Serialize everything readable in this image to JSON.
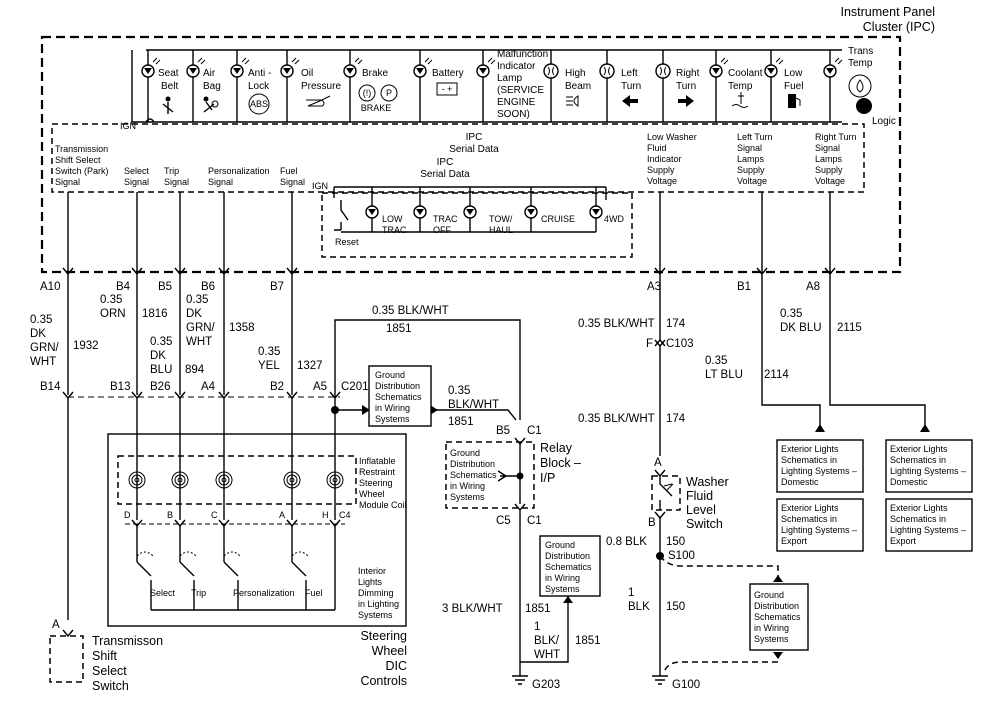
{
  "ipc": {
    "title_l1": "Instrument Panel",
    "title_l2": "Cluster (IPC)",
    "ign": "IGN",
    "serial_l1": "IPC",
    "serial_l2": "Serial Data",
    "logic": "Logic",
    "trans_temp_l1": "Trans",
    "trans_temp_l2": "Temp",
    "indicators": [
      {
        "l1": "Seat",
        "l2": "Belt"
      },
      {
        "l1": "Air",
        "l2": "Bag"
      },
      {
        "l1": "Anti -",
        "l2": "Lock",
        "badge": "ABS"
      },
      {
        "l1": "Oil",
        "l2": "Pressure"
      },
      {
        "l1": "Brake",
        "l2": "BRAKE"
      },
      {
        "l1": "Battery",
        "l2": ""
      },
      {
        "l1": "Malfunction",
        "l2": "Indicator",
        "l3": "Lamp",
        "l4": "(SERVICE",
        "l5": "ENGINE",
        "l6": "SOON)"
      },
      {
        "l1": "High",
        "l2": "Beam"
      },
      {
        "l1": "Left",
        "l2": "Turn"
      },
      {
        "l1": "Right",
        "l2": "Turn"
      },
      {
        "l1": "Coolant",
        "l2": "Temp"
      },
      {
        "l1": "Low",
        "l2": "Fuel"
      }
    ],
    "signals": [
      {
        "lines": [
          "Transmission",
          "Shift Select",
          "Switch (Park)",
          "Signal"
        ]
      },
      {
        "lines": [
          "Select",
          "Signal"
        ]
      },
      {
        "lines": [
          "Trip",
          "Signal"
        ]
      },
      {
        "lines": [
          "Personalization",
          "Signal"
        ]
      },
      {
        "lines": [
          "Fuel",
          "Signal"
        ]
      },
      {
        "lines": [
          "Low Washer",
          "Fluid",
          "Indicator",
          "Supply",
          "Voltage"
        ]
      },
      {
        "lines": [
          "Left Turn",
          "Signal",
          "Lamps",
          "Supply",
          "Voltage"
        ]
      },
      {
        "lines": [
          "Right Turn",
          "Signal",
          "Lamps",
          "Supply",
          "Voltage"
        ]
      }
    ],
    "inner": {
      "ign": "IGN",
      "serial_l1": "IPC",
      "serial_l2": "Serial Data",
      "reset": "Reset",
      "lamps": [
        {
          "l1": "LOW",
          "l2": "TRAC"
        },
        {
          "l1": "TRAC",
          "l2": "OFF"
        },
        {
          "l1": "TOW/",
          "l2": "HAUL"
        },
        {
          "l1": "CRUISE",
          "l2": ""
        },
        {
          "l1": "4WD",
          "l2": ""
        }
      ]
    }
  },
  "pins_top": [
    "A10",
    "B4",
    "B5",
    "B6",
    "B7",
    "A3",
    "B1",
    "A8"
  ],
  "wires": {
    "w1932": {
      "l1": "0.35",
      "l2": "DK",
      "l3": "GRN/",
      "l4": "WHT",
      "circuit": "1932"
    },
    "w1816": {
      "l1": "0.35",
      "l2": "ORN",
      "circuit": "1816"
    },
    "w894": {
      "l1": "0.35",
      "l2": "DK",
      "l3": "BLU",
      "circuit": "894"
    },
    "w1358": {
      "l1": "0.35",
      "l2": "DK",
      "l3": "GRN/",
      "l4": "WHT",
      "circuit": "1358"
    },
    "w1327": {
      "l1": "0.35",
      "l2": "YEL",
      "circuit": "1327"
    },
    "w1851_top": {
      "l1": "0.35 BLK/WHT",
      "circuit": "1851"
    },
    "w1851_mid": {
      "l1": "0.35",
      "l2": "BLK/WHT",
      "circuit": "1851"
    },
    "w174_a": {
      "l1": "0.35 BLK/WHT",
      "circuit": "174"
    },
    "w174_b": {
      "l1": "0.35 BLK/WHT",
      "circuit": "174"
    },
    "w2114": {
      "l1": "0.35",
      "l2": "LT BLU",
      "circuit": "2114"
    },
    "w2115": {
      "l1": "0.35",
      "l2": "DK BLU",
      "circuit": "2115"
    },
    "w1851_3": {
      "l1": "3 BLK/WHT",
      "circuit": "1851"
    },
    "w1851_1": {
      "l1": "1",
      "l2": "BLK/",
      "l3": "WHT",
      "circuit": "1851"
    },
    "w150_a": {
      "l1": "0.8 BLK",
      "circuit": "150"
    },
    "w150_b": {
      "l1": "1",
      "l2": "BLK",
      "circuit": "150"
    }
  },
  "connectors": {
    "c201_pins": [
      "B14",
      "B13",
      "B26",
      "A4",
      "B2",
      "A5"
    ],
    "c201": "C201",
    "c103_pin": "F",
    "c103": "C103",
    "relay_top_pin": "B5",
    "relay_top": "C1",
    "relay_bot_pin": "C5",
    "relay_bot": "C1",
    "coil_pins": [
      "D",
      "B",
      "C",
      "A",
      "H"
    ],
    "coil_conn": "C4",
    "washer_top": "A",
    "washer_bot": "B",
    "s100": "S100",
    "trans_pin": "A"
  },
  "components": {
    "relay_l1": "Relay",
    "relay_l2": "Block –",
    "relay_l3": "I/P",
    "coil": [
      "Inflatable",
      "Restraint",
      "Steering",
      "Wheel",
      "Module Coil"
    ],
    "switches": [
      "Select",
      "Trip",
      "Personalization",
      "Fuel"
    ],
    "dimming": [
      "Interior",
      "Lights",
      "Dimming",
      "in Lighting",
      "Systems"
    ],
    "dic": [
      "Steering",
      "Wheel",
      "DIC",
      "Controls"
    ],
    "trans_switch": [
      "Transmisson",
      "Shift",
      "Select",
      "Switch"
    ],
    "washer": [
      "Washer",
      "Fluid",
      "Level",
      "Switch"
    ],
    "g203": "G203",
    "g100": "G100"
  },
  "refs": {
    "ground": [
      "Ground",
      "Distribution",
      "Schematics",
      "in Wiring",
      "Systems"
    ],
    "ext_domestic": [
      "Exterior Lights",
      "Schematics in",
      "Lighting Systems –",
      "Domestic"
    ],
    "ext_export": [
      "Exterior Lights",
      "Schematics in",
      "Lighting Systems –",
      "Export"
    ]
  }
}
